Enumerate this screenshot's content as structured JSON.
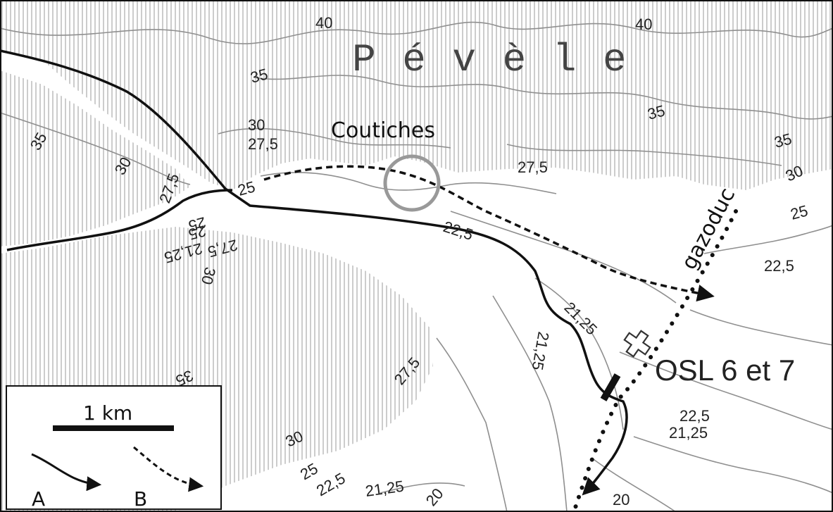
{
  "map": {
    "region_label": "P é v è l e",
    "town_label": "Coutiches",
    "pipeline_label": "gazoduc",
    "site_label": "OSL 6 et 7",
    "contours": [
      "40",
      "40",
      "35",
      "35",
      "35",
      "35",
      "30",
      "30",
      "30",
      "27,5",
      "27,5",
      "27,5",
      "25",
      "25",
      "25",
      "22,5",
      "22,5",
      "21,25",
      "21,25",
      "25",
      "27,5",
      "30",
      "35",
      "27,5",
      "21,25",
      "30",
      "25",
      "22,5",
      "21,25",
      "20",
      "22,5",
      "21,25",
      "20"
    ]
  },
  "legend": {
    "scale_label": "1 km",
    "line_a_label": "A",
    "line_b_label": "B"
  },
  "colors": {
    "hatch": "#9a9a9a",
    "contour": "#8f8f8f",
    "ink": "#111111",
    "site_marker": "#333333"
  }
}
